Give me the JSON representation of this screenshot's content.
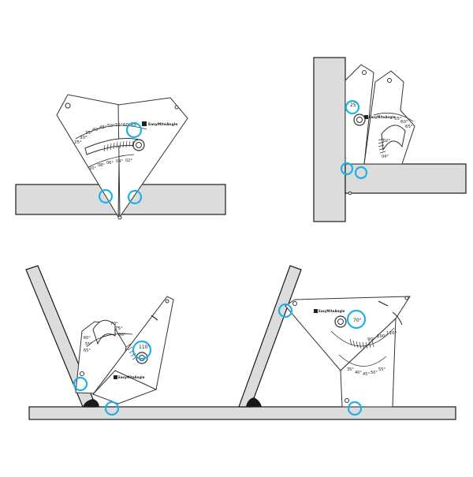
{
  "colors": {
    "highlight": "#1fb1e6",
    "board": "#dcdcdc",
    "outline": "#1a1a1a",
    "background": "#ffffff"
  },
  "brand": {
    "logo_text": "EasyMiteAngle",
    "icon": "brand-logo-icon"
  },
  "panels": {
    "top_left": {
      "scale_labels": [
        "25°",
        "30°",
        "35°",
        "40°",
        "45°",
        "50°",
        "55°",
        "60°",
        "65°"
      ],
      "lower_scale_labels": [
        "10°",
        "08°",
        "06°",
        "04°",
        "02°"
      ]
    },
    "top_right": {
      "top_label": "25°",
      "scale_labels": [
        "55°",
        "60°",
        "65°"
      ],
      "lower_scale_labels": [
        "04°",
        "02°"
      ]
    },
    "bottom_left": {
      "scale_labels": [
        "70°",
        "75°",
        "80°"
      ],
      "lower_scale_labels": [
        "55°",
        "60°",
        "65°"
      ],
      "highlight_label": "110°"
    },
    "bottom_right": {
      "highlight_label": "70°",
      "scale_labels": [
        "90°",
        "100°",
        "110°"
      ],
      "lower_scale_labels": [
        "35°",
        "40°",
        "45°",
        "50°",
        "55°"
      ]
    }
  }
}
